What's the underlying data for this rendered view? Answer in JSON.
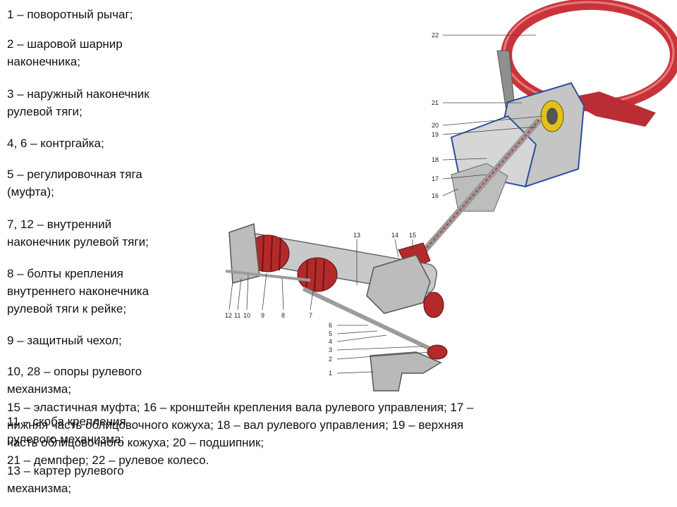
{
  "legend": [
    {
      "text": "1 – поворотный рычаг;"
    },
    {
      "text": "2 – шаровой шарнир\nнаконечника;"
    },
    {
      "text": "3 – наружный наконечник\nрулевой тяги;"
    },
    {
      "text": "4, 6 – контргайка;"
    },
    {
      "text": "5 – регулировочная тяга\n(муфта);"
    },
    {
      "text": "7, 12 – внутренний\nнаконечник рулевой тяги;"
    },
    {
      "text": "8 – болты крепления\nвнутреннего наконечника\nрулевой тяги к рейке;"
    },
    {
      "text": "9 – защитный чехол;"
    },
    {
      "text": "10, 28 – опоры рулевого\nмеханизма;"
    },
    {
      "text": "11 – скоба крепления\nрулевого механизма;"
    },
    {
      "text": "13 – картер рулевого\nмеханизма;"
    }
  ],
  "caption_lines": [
    "15 – эластичная муфта; 16 – кронштейн крепления вала рулевого управления; 17 –",
    "нижняя часть облицовочного кожуха; 18 – вал рулевого управления; 19 – верхняя",
    "часть облицовочного кожуха; 20 – подшипник;",
    "21 – демпфер; 22 – рулевое колесо."
  ],
  "callouts": [
    "22",
    "21",
    "20",
    "19",
    "18",
    "17",
    "16",
    "13",
    "14",
    "15",
    "12",
    "11",
    "10",
    "9",
    "8",
    "7",
    "6",
    "5",
    "4",
    "3",
    "2",
    "1"
  ],
  "colors": {
    "wheel": "#c8343a",
    "boot": "#b42a2a",
    "housing": "#c9c9c9",
    "column_outline": "#2a4fa0",
    "bearing": "#e2c21a"
  }
}
